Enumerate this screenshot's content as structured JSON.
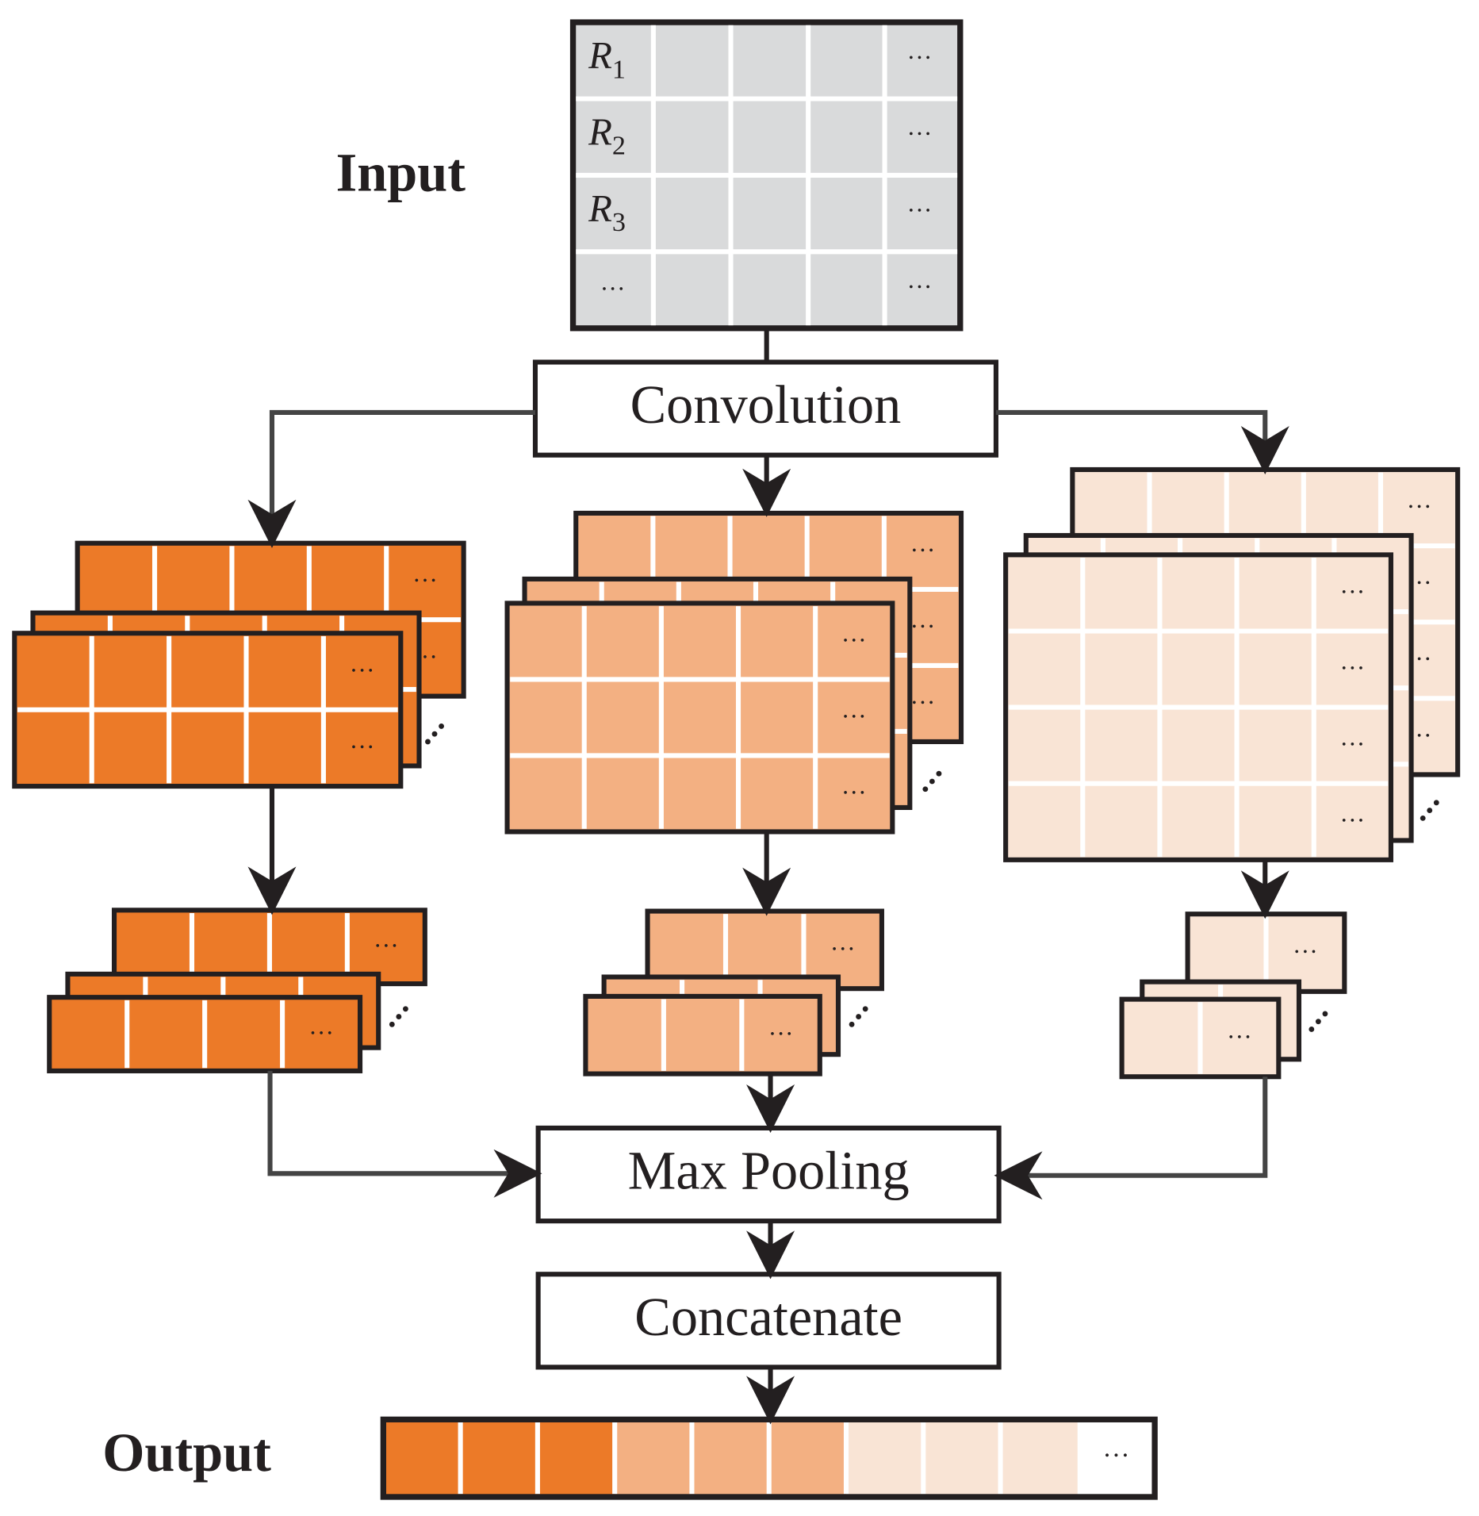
{
  "labels": {
    "input": "Input",
    "output": "Output"
  },
  "boxes": {
    "convolution": "Convolution",
    "max_pooling": "Max Pooling",
    "concatenate": "Concatenate"
  },
  "input_matrix": {
    "rows": [
      {
        "label": "R",
        "subscript": "1"
      },
      {
        "label": "R",
        "subscript": "2"
      },
      {
        "label": "R",
        "subscript": "3"
      },
      {
        "label": "…",
        "subscript": ""
      }
    ],
    "ellipsis": "…"
  },
  "ellipsis": "…",
  "colors": {
    "input_cell": "#d9dadb",
    "dark_orange": "#ec7a28",
    "mid_orange": "#f3b082",
    "light_orange": "#f9e4d5",
    "stroke": "#231f20",
    "arrow": "#231f20",
    "arrow_gray": "#444444"
  }
}
